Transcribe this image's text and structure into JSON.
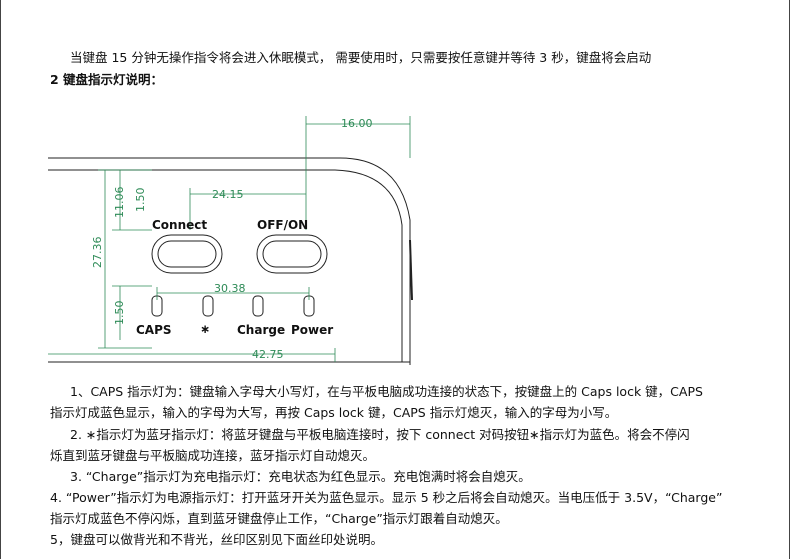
{
  "intro_line": "当键盘 15 分钟无操作指令将会进入休眠模式，  需要使用时，只需要按任意键并等待 3 秒，键盘将会启动",
  "section_heading": "2 键盘指示灯说明：",
  "diagram": {
    "dim_top": "16.00",
    "dim_upper_width": "24.15",
    "dim_lower_width": "30.38",
    "dim_bottom_width": "42.75",
    "dim_left_height": "27.36",
    "dim_left_upper": "11.06",
    "dim_left_upper2": "1.50",
    "dim_left_lower": "1.50",
    "label_connect": "Connect",
    "label_offon": "OFF/ON",
    "label_caps": "CAPS",
    "label_bt_symbol": "∗",
    "label_charge": "Charge",
    "label_power": "Power"
  },
  "paragraphs": {
    "p1_line1": "1、CAPS 指示灯为：键盘输入字母大小写灯，在与平板电脑成功连接的状态下，按键盘上的 Caps lock 键，CAPS",
    "p1_line2": "指示灯成蓝色显示，输入的字母为大写，再按 Caps lock 键，CAPS 指示灯熄灭，输入的字母为小写。",
    "p2_line1": "2. ∗指示灯为蓝牙指示灯：将蓝牙键盘与平板电脑连接时，按下 connect 对码按钮∗指示灯为蓝色。将会不停闪",
    "p2_line2": "烁直到蓝牙键盘与平板脑成功连接，蓝牙指示灯自动熄灭。",
    "p3_line1": "3. “Charge”指示灯为充电指示灯：充电状态为红色显示。充电饱满时将会自熄灭。",
    "p4_line1": "4.  “Power”指示灯为电源指示灯：打开蓝牙开关为蓝色显示。显示 5 秒之后将会自动熄灭。当电压低于 3.5V，“Charge”",
    "p4_line2": "指示灯成蓝色不停闪烁，直到蓝牙键盘停止工作，“Charge”指示灯跟着自动熄灭。",
    "p5_line1": "5，键盘可以做背光和不背光，丝印区别见下面丝印处说明。"
  },
  "colors": {
    "dimension": "#2e8b57",
    "outline": "#222222"
  }
}
